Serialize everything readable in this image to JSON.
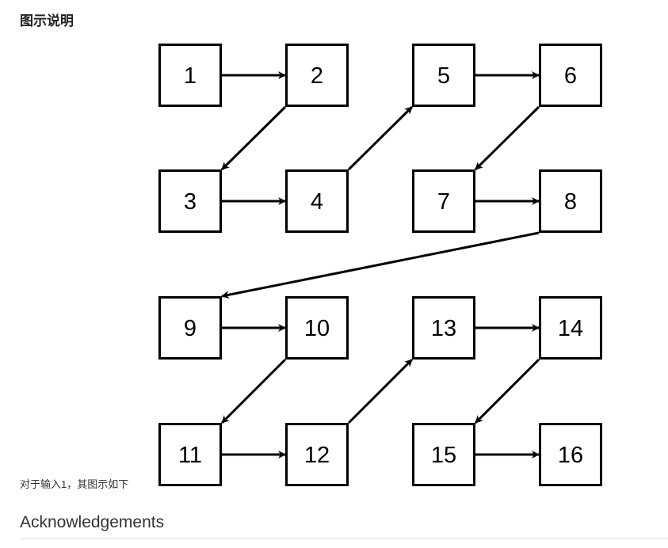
{
  "section_title": "图示说明",
  "caption": "对于输入1，其图示如下",
  "acknowledgements_title": "Acknowledgements",
  "diagram": {
    "grid": [
      [
        "1",
        "2",
        "5",
        "6"
      ],
      [
        "3",
        "4",
        "7",
        "8"
      ],
      [
        "9",
        "10",
        "13",
        "14"
      ],
      [
        "11",
        "12",
        "15",
        "16"
      ]
    ],
    "edges": [
      [
        "1",
        "2"
      ],
      [
        "2",
        "3"
      ],
      [
        "3",
        "4"
      ],
      [
        "4",
        "5"
      ],
      [
        "5",
        "6"
      ],
      [
        "6",
        "7"
      ],
      [
        "7",
        "8"
      ],
      [
        "8",
        "9"
      ],
      [
        "9",
        "10"
      ],
      [
        "10",
        "11"
      ],
      [
        "11",
        "12"
      ],
      [
        "12",
        "13"
      ],
      [
        "13",
        "14"
      ],
      [
        "14",
        "15"
      ],
      [
        "15",
        "16"
      ]
    ]
  }
}
